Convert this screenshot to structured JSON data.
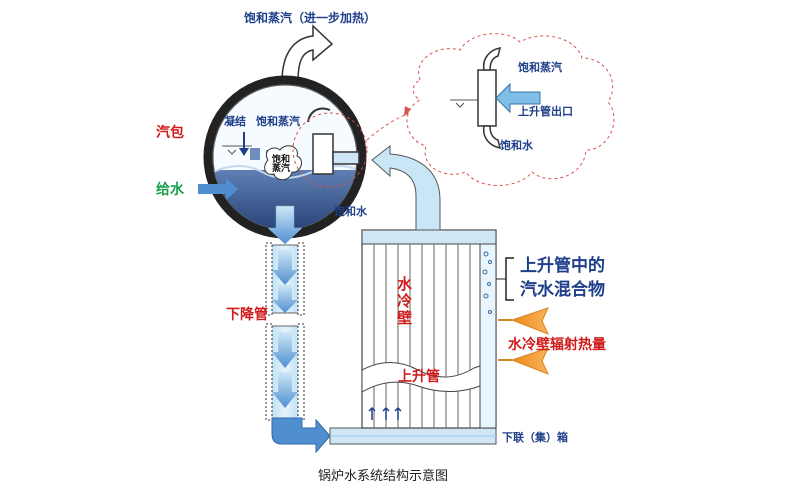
{
  "labels": {
    "top_steam": "饱和蒸汽（进一步加热）",
    "drum": "汽包",
    "condense": "凝结",
    "sat_steam_drum": "饱和蒸汽",
    "bubble_text": "饱和\n蒸汽",
    "feed_water": "给水",
    "sat_water_drum": "饱和水",
    "zoom_steam": "饱和蒸汽",
    "riser_outlet": "上升管出口",
    "zoom_water": "饱和水",
    "mixture_line1": "上升管中的",
    "mixture_line2": "汽水混合物",
    "downcomer": "下降管",
    "water_wall": "水冷壁",
    "riser": "上升管",
    "radiant_heat": "水冷壁辐射热量",
    "lower_header": "下联（集）箱",
    "caption": "锅炉水系统结构示意图"
  },
  "colors": {
    "pipe_light": "#c9e6f6",
    "pipe_mid": "#7fbfe7",
    "water_dark": "#2e4f86",
    "arrow_blue": "#4f8fd0",
    "heat_orange": "#f5a63c",
    "label_blue": "#1f3f8a",
    "label_red": "#d11b1b",
    "label_green": "#17a34a",
    "callout_red": "#d9534f"
  }
}
